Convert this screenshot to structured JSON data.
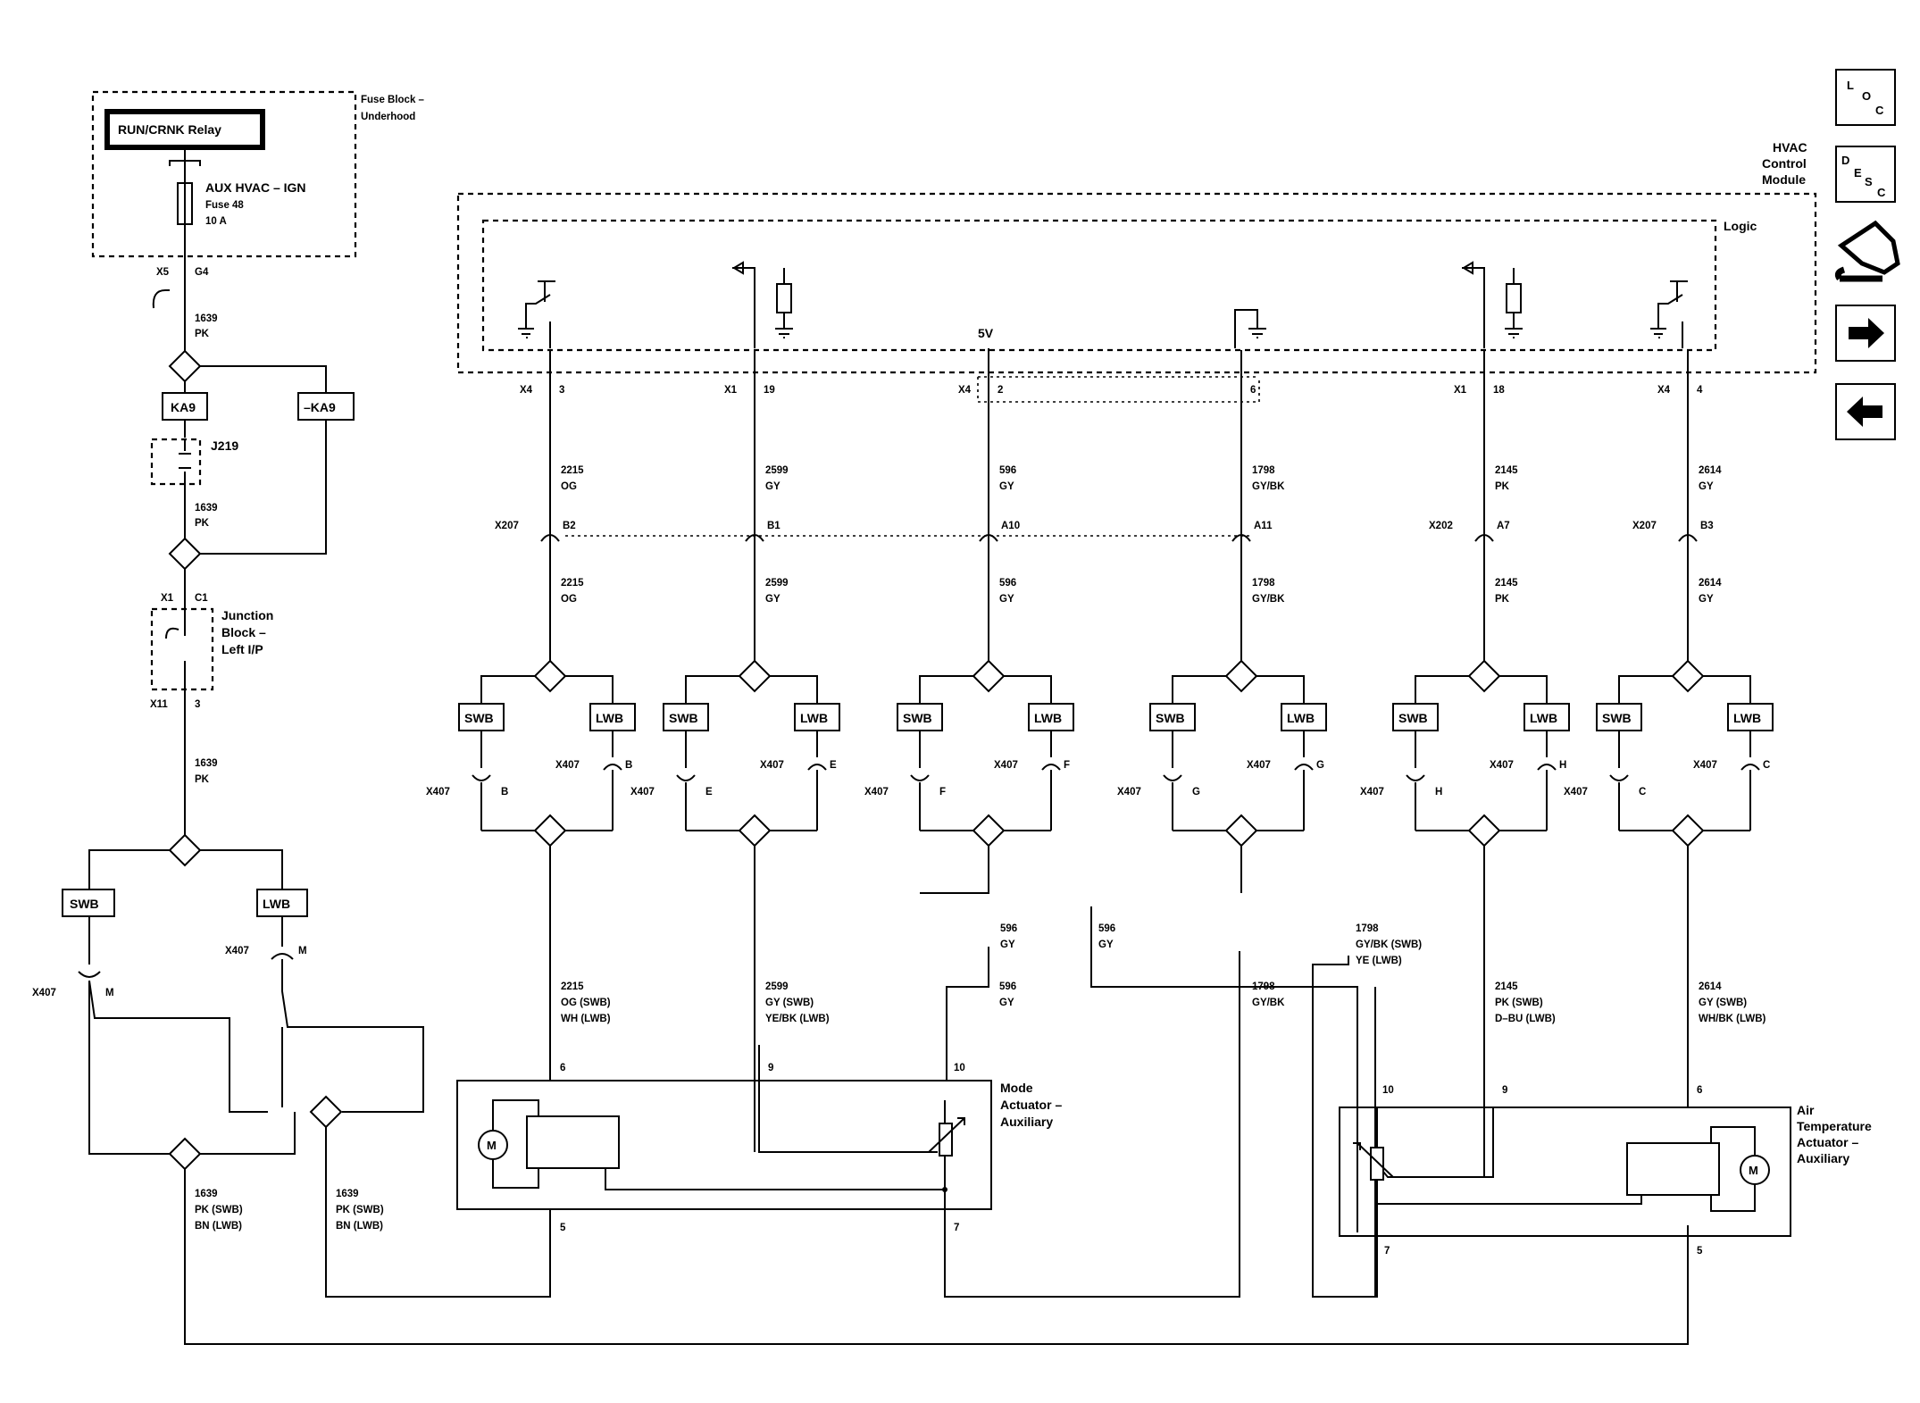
{
  "fuse_block": {
    "title_1": "Fuse Block –",
    "title_2": "Underhood",
    "relay": "RUN/CRNK Relay",
    "fuse_name": "AUX HVAC – IGN",
    "fuse_num": "Fuse 48",
    "fuse_rating": "10 A",
    "conn": "X5",
    "pin": "G4"
  },
  "left_circuit": {
    "wire1_num": "1639",
    "wire1_color": "PK",
    "ka9": "KA9",
    "ka9_neg": "–KA9",
    "j219": "J219",
    "wire2_num": "1639",
    "wire2_color": "PK",
    "x1": "X1",
    "c1": "C1",
    "jb_1": "Junction",
    "jb_2": "Block –",
    "jb_3": "Left I/P",
    "x11": "X11",
    "pin3": "3",
    "wire3_num": "1639",
    "wire3_color": "PK",
    "swb": "SWB",
    "lwb": "LWB",
    "x407_l": "X407",
    "m_l": "M",
    "x407_r": "X407",
    "m_r": "M",
    "bottom1_num": "1639",
    "bottom1_c1": "PK (SWB)",
    "bottom1_c2": "BN (LWB)",
    "bottom2_num": "1639",
    "bottom2_c1": "PK (SWB)",
    "bottom2_c2": "BN (LWB)"
  },
  "module": {
    "title_1": "HVAC",
    "title_2": "Control",
    "title_3": "Module",
    "logic": "Logic",
    "vref": "5V"
  },
  "columns": [
    {
      "conn": "X4",
      "pin": "3",
      "w_num": "2215",
      "w_col": "OG",
      "inline": "X207",
      "inline_pin": "B2",
      "x407_sw": "X407",
      "pin_sw": "B",
      "x407_lw": "X407",
      "pin_lw": "B",
      "out_num": "2215",
      "out_c1": "OG (SWB)",
      "out_c2": "WH (LWB)"
    },
    {
      "conn": "X1",
      "pin": "19",
      "w_num": "2599",
      "w_col": "GY",
      "inline": "",
      "inline_pin": "B1",
      "x407_sw": "X407",
      "pin_sw": "E",
      "x407_lw": "X407",
      "pin_lw": "E",
      "out_num": "2599",
      "out_c1": "GY (SWB)",
      "out_c2": "YE/BK (LWB)"
    },
    {
      "conn": "X4",
      "pin": "2",
      "w_num": "596",
      "w_col": "GY",
      "inline": "",
      "inline_pin": "A10",
      "x407_sw": "X407",
      "pin_sw": "F",
      "x407_lw": "X407",
      "pin_lw": "F",
      "out_num": "596",
      "out_c1": "GY",
      "out_c2": ""
    },
    {
      "conn": "",
      "pin": "6",
      "w_num": "1798",
      "w_col": "GY/BK",
      "inline": "",
      "inline_pin": "A11",
      "x407_sw": "X407",
      "pin_sw": "G",
      "x407_lw": "X407",
      "pin_lw": "G",
      "out_num": "1798",
      "out_c1": "GY/BK",
      "out_c2": ""
    },
    {
      "conn": "X1",
      "pin": "18",
      "w_num": "2145",
      "w_col": "PK",
      "inline": "X202",
      "inline_pin": "A7",
      "x407_sw": "X407",
      "pin_sw": "H",
      "x407_lw": "X407",
      "pin_lw": "H",
      "out_num": "2145",
      "out_c1": "PK (SWB)",
      "out_c2": "D–BU (LWB)"
    },
    {
      "conn": "X4",
      "pin": "4",
      "w_num": "2614",
      "w_col": "GY",
      "inline": "X207",
      "inline_pin": "B3",
      "x407_sw": "X407",
      "pin_sw": "C",
      "x407_lw": "X407",
      "pin_lw": "C",
      "out_num": "2614",
      "out_c1": "GY (SWB)",
      "out_c2": "WH/BK (LWB)"
    }
  ],
  "mid_labels": {
    "w596_num": "596",
    "w596_col": "GY",
    "w1798_num": "1798",
    "w1798_c1": "GY/BK (SWB)",
    "w1798_c2": "YE (LWB)"
  },
  "mode_actuator": {
    "title_1": "Mode",
    "title_2": "Actuator –",
    "title_3": "Auxiliary",
    "pin_6": "6",
    "pin_9": "9",
    "pin_10": "10",
    "pin_5": "5",
    "pin_7": "7",
    "motor": "M"
  },
  "air_actuator": {
    "title_1": "Air",
    "title_2": "Temperature",
    "title_3": "Actuator –",
    "title_4": "Auxiliary",
    "pin_10": "10",
    "pin_9": "9",
    "pin_6": "6",
    "pin_7": "7",
    "pin_5": "5",
    "motor": "M"
  },
  "nav": {
    "loc_l": "L",
    "loc_o": "O",
    "loc_c": "C",
    "desc_d": "D",
    "desc_e": "E",
    "desc_s": "S",
    "desc_c": "C"
  }
}
